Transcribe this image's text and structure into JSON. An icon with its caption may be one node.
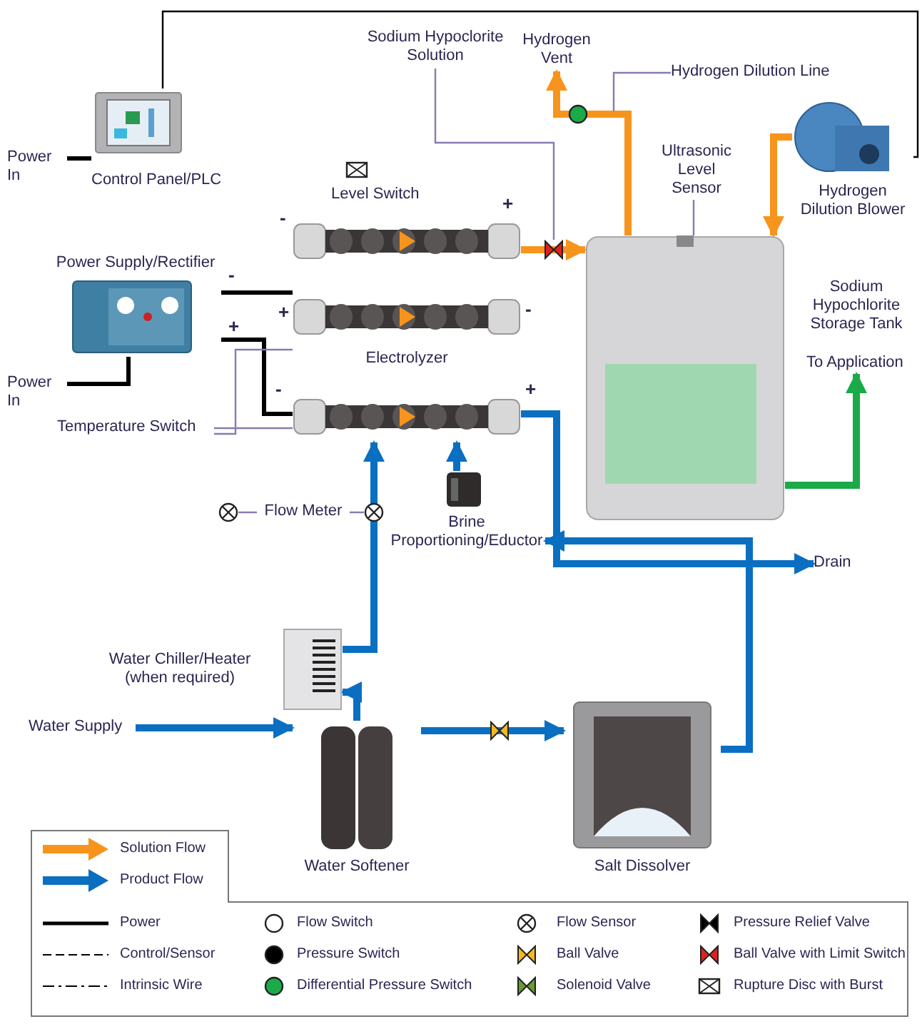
{
  "diagram": {
    "nodes": [
      {
        "text": [
          "Power In"
        ]
      },
      {
        "text": [
          "Control Panel/PLC"
        ]
      },
      {
        "text": [
          "Power In"
        ]
      },
      {
        "text": [
          "Power Supply/Rectifier"
        ]
      },
      {
        "text": [
          "Electrolyzer"
        ]
      },
      {
        "text": [
          "Sodium Hypoclorite Solution"
        ]
      },
      {
        "text": [
          "Hydrogen Vent"
        ]
      },
      {
        "text": [
          "Hydrogen Dilution Line"
        ]
      },
      {
        "text": [
          "Ultrasonic Level Sensor"
        ]
      },
      {
        "text": [
          "Hydrogen Dilution Blower"
        ]
      },
      {
        "text": [
          "Sodium Hypochlorite Storage Tank"
        ]
      },
      {
        "text": [
          "Temperature Switch"
        ]
      },
      {
        "text": [
          "Flow Meter"
        ]
      },
      {
        "text": [
          "To Application"
        ]
      },
      {
        "text": [
          "Drain"
        ]
      },
      {
        "text": [
          "Brine Proportioning/Eductor"
        ]
      },
      {
        "text": [
          "Water Chiller/Heater (when required)"
        ]
      },
      {
        "text": [
          "Water Supply"
        ]
      },
      {
        "text": [
          "Water Softener"
        ]
      },
      {
        "text": [
          "Salt Dissolver"
        ]
      }
    ],
    "edges": [
      {
        "from": 0,
        "to": 1,
        "arrow": "none",
        "color": "#000000"
      },
      {
        "from": 2,
        "to": 3,
        "arrow": "none",
        "color": "#000000"
      },
      {
        "from": 1,
        "to": 9,
        "arrow": "none",
        "color": "#000000"
      },
      {
        "from": 3,
        "to": 4,
        "arrow": "none",
        "color": "#000000"
      },
      {
        "from": 3,
        "to": 4,
        "arrow": "none",
        "color": "#000000"
      },
      {
        "from": 5,
        "to": null,
        "arrow": "none",
        "color": "#8a7ab0"
      },
      {
        "from": 4,
        "to": 10,
        "arrow": "to",
        "color": "#f7941d"
      },
      {
        "from": 10,
        "to": 6,
        "arrow": "to",
        "color": "#f7941d"
      },
      {
        "from": 7,
        "to": null,
        "arrow": "none",
        "color": "#8a7ab0"
      },
      {
        "from": 9,
        "to": 10,
        "arrow": "to",
        "color": "#f7941d"
      },
      {
        "from": 8,
        "to": 10,
        "arrow": "none",
        "color": "#8a7ab0"
      },
      {
        "from": 11,
        "to": 4,
        "arrow": "none",
        "color": "#8a7ab0"
      },
      {
        "from": 11,
        "to": 4,
        "arrow": "none",
        "color": "#8a7ab0"
      },
      {
        "from": 10,
        "to": 13,
        "arrow": "to",
        "color": "#1aaa48"
      },
      {
        "from": 12,
        "to": null,
        "arrow": "none",
        "color": "#8a7ab0"
      },
      {
        "from": 12,
        "to": null,
        "arrow": "none",
        "color": "#8a7ab0"
      },
      {
        "from": 4,
        "to": 14,
        "arrow": "to",
        "color": "#0b6fc1"
      },
      {
        "from": 15,
        "to": 4,
        "arrow": "to",
        "color": "#0b6fc1"
      },
      {
        "from": 19,
        "to": 15,
        "arrow": "to",
        "color": "#0b6fc1"
      },
      {
        "from": 16,
        "to": 4,
        "arrow": "to",
        "color": "#0b6fc1"
      },
      {
        "from": 18,
        "to": 16,
        "arrow": "to",
        "color": "#0b6fc1"
      },
      {
        "from": 17,
        "to": 18,
        "arrow": "to",
        "color": "#0b6fc1"
      },
      {
        "from": 18,
        "to": 19,
        "arrow": "to",
        "color": "#0b6fc1"
      }
    ],
    "labels": [
      "Level Switch",
      "-",
      "+",
      "-",
      "+",
      "-",
      "+",
      "+",
      "-"
    ],
    "legend": [
      {
        "text": "Solution Flow"
      },
      {
        "text": "Product Flow"
      },
      {
        "text": "Power"
      },
      {
        "text": "Flow Switch"
      },
      {
        "text": "Flow Sensor"
      },
      {
        "text": "Pressure Relief Valve"
      },
      {
        "text": "Control/Sensor"
      },
      {
        "text": "Pressure Switch"
      },
      {
        "text": "Ball Valve"
      },
      {
        "text": "Ball Valve with Limit Switch"
      },
      {
        "text": "Intrinsic Wire"
      },
      {
        "text": "Differential Pressure Switch"
      },
      {
        "text": "Solenoid Valve"
      },
      {
        "text": "Rupture Disc with Burst"
      }
    ]
  }
}
